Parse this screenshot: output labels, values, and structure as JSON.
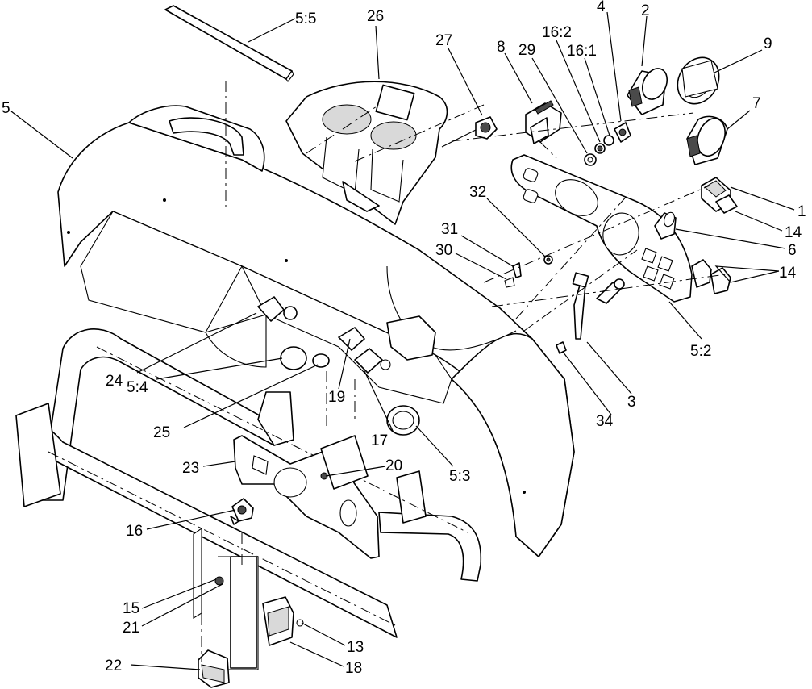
{
  "callouts": [
    {
      "id": "c-5-5",
      "label": "5:5"
    },
    {
      "id": "c-26",
      "label": "26"
    },
    {
      "id": "c-27",
      "label": "27"
    },
    {
      "id": "c-8",
      "label": "8"
    },
    {
      "id": "c-29",
      "label": "29"
    },
    {
      "id": "c-16-2",
      "label": "16:2"
    },
    {
      "id": "c-4",
      "label": "4"
    },
    {
      "id": "c-16-1",
      "label": "16:1"
    },
    {
      "id": "c-2",
      "label": "2"
    },
    {
      "id": "c-9",
      "label": "9"
    },
    {
      "id": "c-7",
      "label": "7"
    },
    {
      "id": "c-5",
      "label": "5"
    },
    {
      "id": "c-32",
      "label": "32"
    },
    {
      "id": "c-31",
      "label": "31"
    },
    {
      "id": "c-30",
      "label": "30"
    },
    {
      "id": "c-1",
      "label": "1"
    },
    {
      "id": "c-14a",
      "label": "14"
    },
    {
      "id": "c-6",
      "label": "6"
    },
    {
      "id": "c-14b",
      "label": "14"
    },
    {
      "id": "c-5-2",
      "label": "5:2"
    },
    {
      "id": "c-24",
      "label": "24"
    },
    {
      "id": "c-3",
      "label": "3"
    },
    {
      "id": "c-34",
      "label": "34"
    },
    {
      "id": "c-19",
      "label": "19"
    },
    {
      "id": "c-5-4",
      "label": "5:4"
    },
    {
      "id": "c-25",
      "label": "25"
    },
    {
      "id": "c-17",
      "label": "17"
    },
    {
      "id": "c-5-3",
      "label": "5:3"
    },
    {
      "id": "c-23",
      "label": "23"
    },
    {
      "id": "c-20",
      "label": "20"
    },
    {
      "id": "c-16",
      "label": "16"
    },
    {
      "id": "c-15",
      "label": "15"
    },
    {
      "id": "c-21",
      "label": "21"
    },
    {
      "id": "c-13",
      "label": "13"
    },
    {
      "id": "c-22",
      "label": "22"
    },
    {
      "id": "c-18",
      "label": "18"
    }
  ]
}
